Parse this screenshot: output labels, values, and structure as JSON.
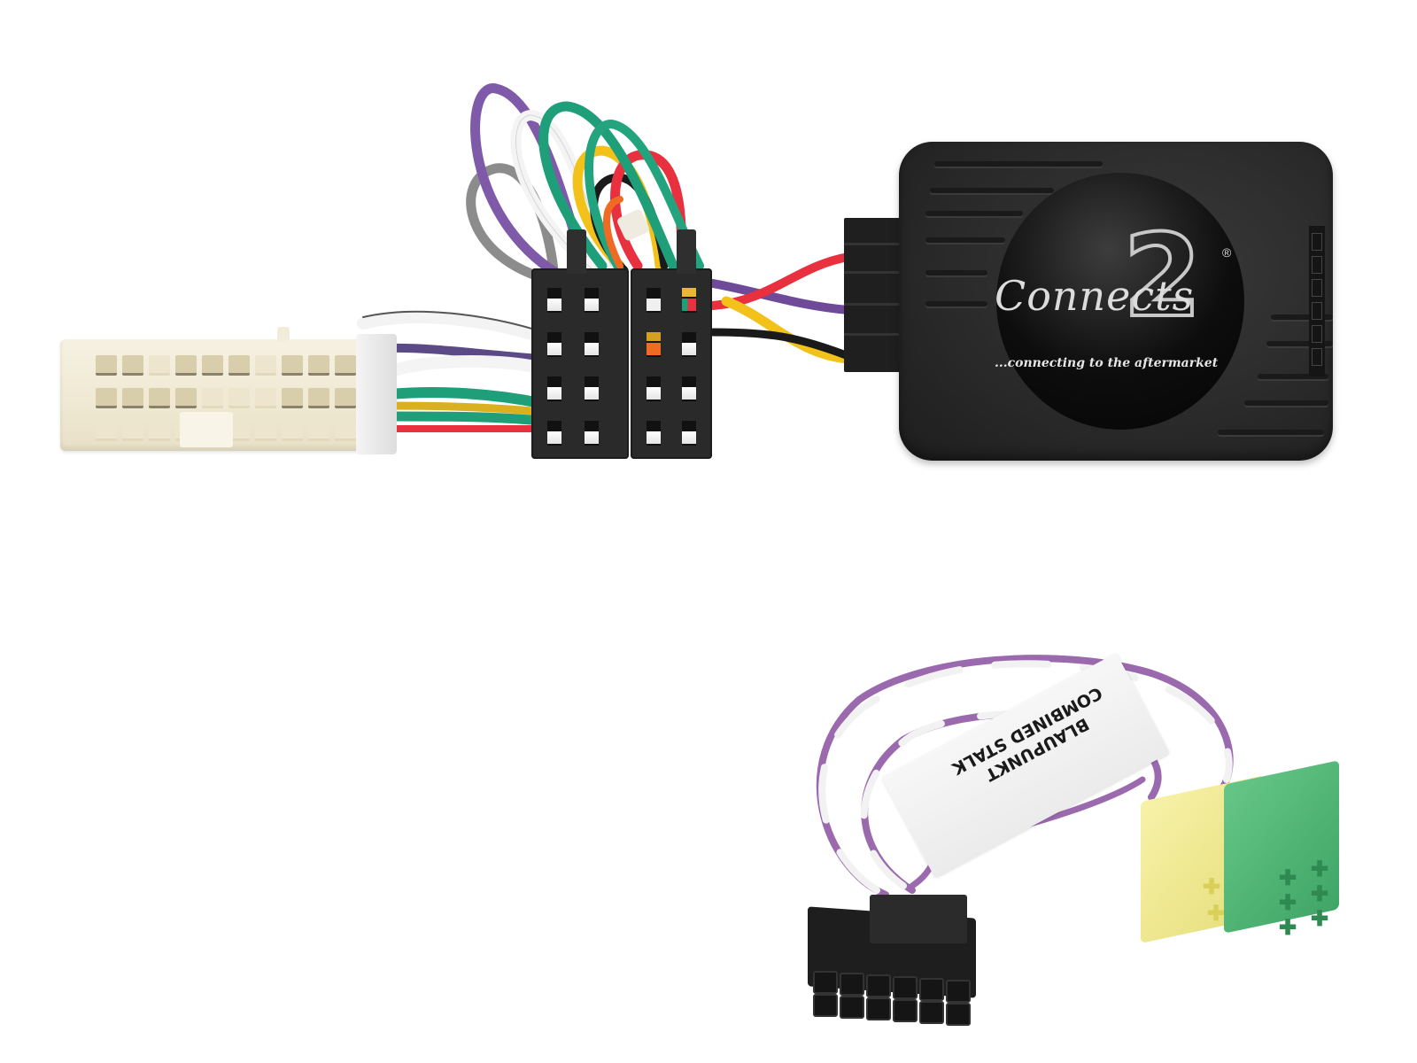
{
  "product": {
    "interface_box": {
      "brand_mark": "2",
      "brand_word": "Connects",
      "registered": "®",
      "tagline": "...connecting to the aftermarket"
    },
    "stalk_lead_label": {
      "line1": "BLAUPUNKT",
      "line2": "COMBINED STALK"
    }
  },
  "colors": {
    "background": "#ffffff",
    "box": "#262626",
    "iso_connector": "#2a2a2a",
    "vehicle_connector": "#efe8d2",
    "mini_iso_yellow": "#efe891",
    "mini_iso_green": "#4fb574",
    "wire_purple": "#7e5aa8",
    "wire_lilac": "#9b6aae",
    "wire_green": "#1f9e7a",
    "wire_red": "#e8303e",
    "wire_yellow": "#f2c21a",
    "wire_black": "#1a1a1a",
    "wire_white": "#f2f2f2",
    "wire_grey": "#8c8c8c",
    "wire_orange": "#ef6a22"
  }
}
